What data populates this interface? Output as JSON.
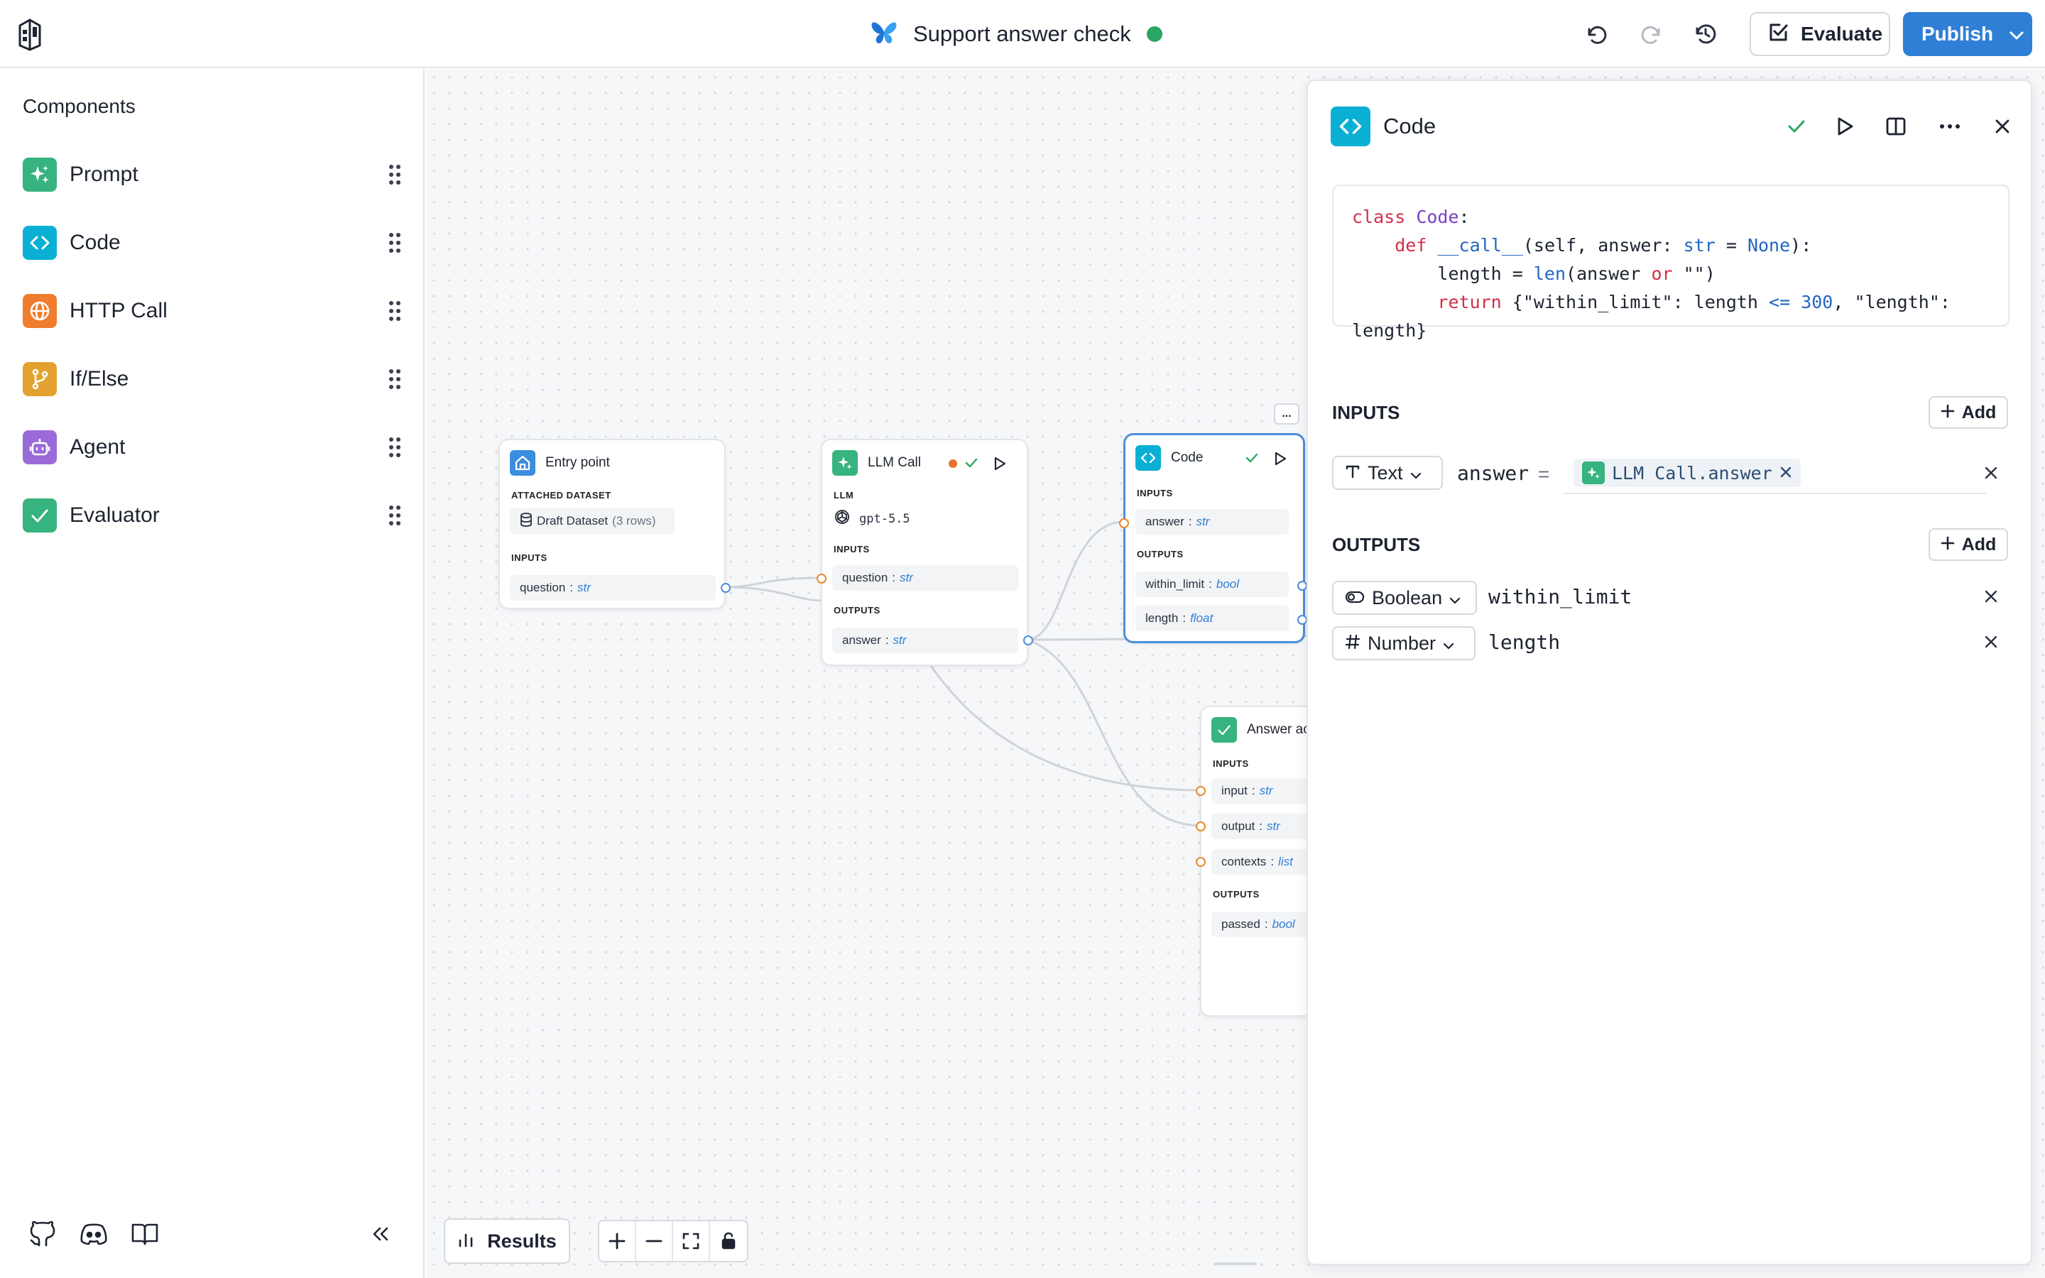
{
  "header": {
    "title": "Support answer check",
    "evaluate_label": "Evaluate",
    "publish_label": "Publish",
    "status_color": "#2aa563"
  },
  "sidebar": {
    "heading": "Components",
    "items": [
      {
        "label": "Prompt",
        "icon": "sparkle-icon",
        "color": "#36b37e"
      },
      {
        "label": "Code",
        "icon": "code-icon",
        "color": "#0ab0d4"
      },
      {
        "label": "HTTP Call",
        "icon": "globe-icon",
        "color": "#f07c2e"
      },
      {
        "label": "If/Else",
        "icon": "branch-icon",
        "color": "#e3a12f"
      },
      {
        "label": "Agent",
        "icon": "robot-icon",
        "color": "#9a6bd8"
      },
      {
        "label": "Evaluator",
        "icon": "check-icon",
        "color": "#36b37e"
      }
    ]
  },
  "canvas": {
    "results_label": "Results",
    "nodes": {
      "entry": {
        "title": "Entry point",
        "dataset_section": "ATTACHED DATASET",
        "dataset_name": "Draft Dataset",
        "dataset_rows": "(3 rows)",
        "inputs_section": "INPUTS",
        "input_name": "question",
        "input_type": "str"
      },
      "llm": {
        "title": "LLM Call",
        "llm_section": "LLM",
        "model": "gpt-5.5",
        "inputs_section": "INPUTS",
        "input_name": "question",
        "input_type": "str",
        "outputs_section": "OUTPUTS",
        "output_name": "answer",
        "output_type": "str"
      },
      "code": {
        "title": "Code",
        "more": "...",
        "inputs_section": "INPUTS",
        "input_name": "answer",
        "input_type": "str",
        "outputs_section": "OUTPUTS",
        "outputs": [
          {
            "name": "within_limit",
            "type": "bool"
          },
          {
            "name": "length",
            "type": "float"
          }
        ]
      },
      "evaluator": {
        "title": "Answer ac",
        "inputs_section": "INPUTS",
        "inputs": [
          {
            "name": "input",
            "type": "str"
          },
          {
            "name": "output",
            "type": "str"
          },
          {
            "name": "contexts",
            "type": "list"
          }
        ],
        "outputs_section": "OUTPUTS",
        "output_name": "passed",
        "output_type": "bool"
      }
    }
  },
  "panel": {
    "title": "Code",
    "code_lines": [
      "class Code:",
      "    def __call__(self, answer: str = None):",
      "        length = len(answer or \"\")",
      "        return {\"within_limit\": length <= 300, \"length\":",
      "length}"
    ],
    "inputs_heading": "INPUTS",
    "outputs_heading": "OUTPUTS",
    "add_label": "Add",
    "input": {
      "type": "Text",
      "name": "answer",
      "equals": "=",
      "ref": "LLM Call.answer"
    },
    "outputs": [
      {
        "type": "Boolean",
        "name": "within_limit"
      },
      {
        "type": "Number",
        "name": "length"
      }
    ]
  }
}
